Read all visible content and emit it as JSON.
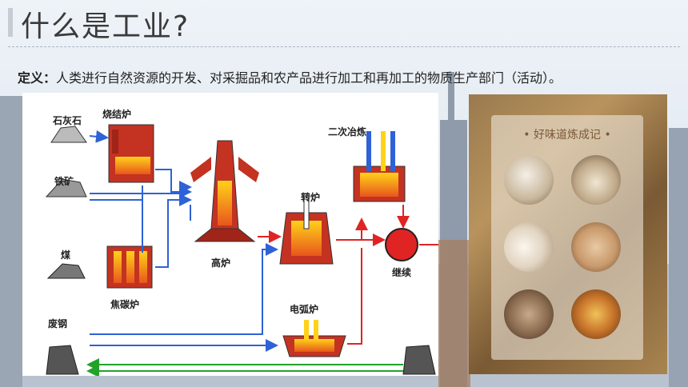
{
  "title": "什么是工业?",
  "definition": {
    "term": "定义：",
    "text": "人类进行自然资源的开发、对采掘品和农产品进行加工和再加工的物质生产部门（活动）。"
  },
  "diagram": {
    "labels": {
      "limestone": "石灰石",
      "sinter": "烧结炉",
      "iron_ore": "铁矿",
      "coal": "煤",
      "coke_oven": "焦碳炉",
      "blast_furnace": "高炉",
      "converter": "转炉",
      "secondary": "二次冶炼",
      "continuous": "继续",
      "arc_furnace": "电弧炉",
      "scrap": "废钢"
    }
  },
  "food_panel": {
    "title": "• 好味道炼成记 •"
  },
  "colors": {
    "flow_blue": "#2e62d6",
    "flow_red": "#e02424",
    "flow_green": "#22a22a",
    "furnace": "#c43222"
  }
}
